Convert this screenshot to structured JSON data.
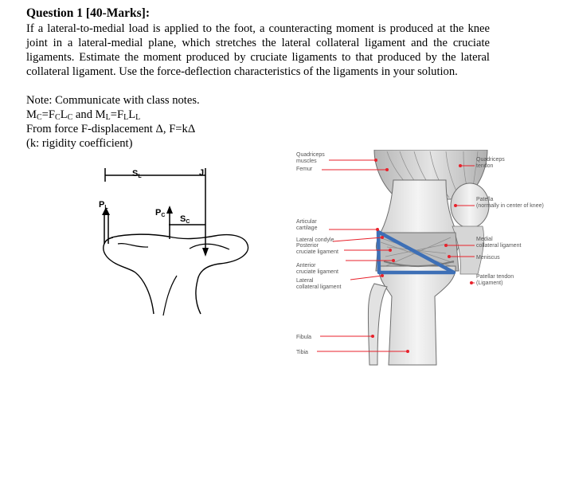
{
  "question": {
    "title": "Question 1 [40-Marks]:",
    "body": "If a lateral-to-medial load is applied to the foot, a counteracting moment is produced at the knee joint in a lateral-medial plane, which stretches the lateral collateral ligament and the cruciate ligaments. Estimate the moment produced by cruciate ligaments to that produced by the lateral collateral ligament. Use the force-deflection characteristics of the ligaments in your solution.",
    "note": "Note: Communicate with class notes.",
    "eq_left": {
      "main": "M",
      "sub": "C",
      "eq": "=F",
      "sub2": "C",
      "main3": "L",
      "sub3": "C"
    },
    "eq_right": {
      "main": "M",
      "sub": "L",
      "eq": "=F",
      "sub2": "L",
      "main3": "L",
      "sub3": "L"
    },
    "eq_joiner": " and ",
    "force_line": "From force F-displacement Δ, F=kΔ",
    "k_line": "(k: rigidity coefficient)"
  },
  "diagram": {
    "labels": {
      "sl_main": "S",
      "sl_sub": "L",
      "j": "J",
      "pl_main": "P",
      "pl_sub": "L",
      "pc_main": "P",
      "pc_sub": "C",
      "sc_main": "S",
      "sc_sub": "C"
    }
  },
  "anatomy": {
    "left_labels": [
      "Quadriceps muscles",
      "Femur",
      "Articular cartilage",
      "Lateral condyle",
      "Posterior cruciate ligament",
      "Anterior cruciate ligament",
      "Lateral collateral ligament",
      "Fibula",
      "Tibia"
    ],
    "right_labels": [
      "Quadriceps tendon",
      "Patella (normally in center of knee)",
      "Medial collateral ligament",
      "Meniscus",
      "Patellar tendon (Ligament)"
    ],
    "colors": {
      "pointer": "#e8212b",
      "triangle": "#3d6fb6",
      "label": "#555555"
    }
  }
}
